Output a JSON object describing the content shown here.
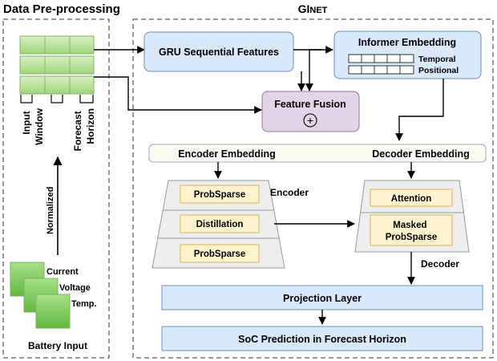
{
  "sections": {
    "preprocessing_title": "Data Pre-processing",
    "model_title": "GINET"
  },
  "preprocessing": {
    "input_window_label": [
      "Input",
      "Window"
    ],
    "forecast_horizon_label": [
      "Forecast",
      "Horizon"
    ],
    "normalized_label": "Normalized",
    "battery_signals": [
      "Current",
      "Voltage",
      "Temp."
    ],
    "battery_input_label": "Battery Input"
  },
  "blocks": {
    "gru": "GRU Sequential Features",
    "informer_embedding": {
      "title": "Informer Embedding",
      "rows": [
        "Temporal",
        "Positional"
      ]
    },
    "feature_fusion": "Feature Fusion",
    "fusion_symbol": "+",
    "encoder_embedding": "Encoder Embedding",
    "decoder_embedding": "Decoder Embedding",
    "encoder": {
      "label": "Encoder",
      "layers": [
        "ProbSparse",
        "Distillation",
        "ProbSparse"
      ]
    },
    "decoder": {
      "label": "Decoder",
      "layers": [
        "Attention",
        "Masked ProbSparse"
      ]
    },
    "projection": "Projection Layer",
    "soc_prediction": "SoC Prediction in Forecast Horizon"
  },
  "colors": {
    "gru_fill": "#dae8fc",
    "gru_stroke": "#6c8ebf",
    "fusion_fill": "#e1d5e7",
    "fusion_stroke": "#9673a6",
    "layer_fill": "#fff2cc",
    "layer_stroke": "#d6b656",
    "window_fill": "#c7e6a8",
    "window_stroke": "#82b366",
    "battery_fill": "#7ccb5a",
    "stack_fill": "#eeeeee",
    "embed_bar_fill": "#f8f8f0"
  }
}
